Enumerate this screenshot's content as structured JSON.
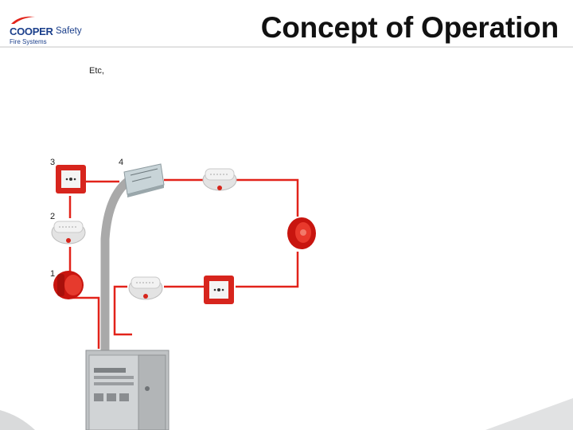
{
  "brand": {
    "name": "COOPER",
    "product": "Safety",
    "division": "Fire Systems"
  },
  "slide": {
    "title": "Concept of Operation",
    "note": "Etc,"
  },
  "diagram": {
    "device_numbers": [
      "3",
      "4",
      "2",
      "1"
    ],
    "colors": {
      "wire": "#e2231a",
      "cable": "#a9a9a9",
      "header_rule": "#d8d8d8",
      "title": "#111111",
      "brand": "#1b3f8b"
    },
    "devices": [
      "manual-call-point",
      "loop-interface-module",
      "smoke-detector",
      "sounder-beacon",
      "fire-alarm-control-panel"
    ]
  }
}
